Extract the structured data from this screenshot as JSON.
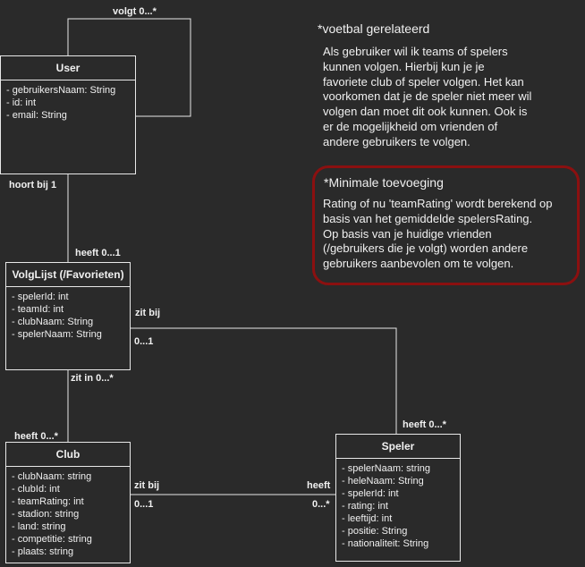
{
  "classes": {
    "user": {
      "name": "User",
      "attributes": [
        "- gebruikersNaam: String",
        "- id: int",
        "- email: String"
      ]
    },
    "volglijst": {
      "name": "VolgLijst (/Favorieten)",
      "attributes": [
        "- spelerId: int",
        "- teamId: int",
        "- clubNaam: String",
        "- spelerNaam: String"
      ]
    },
    "club": {
      "name": "Club",
      "attributes": [
        "- clubNaam: string",
        "- clubId: int",
        "- teamRating: int",
        "- stadion: string",
        "- land: string",
        "- competitie: string",
        "- plaats: string"
      ]
    },
    "speler": {
      "name": "Speler",
      "attributes": [
        "- spelerNaam: string",
        "- heleNaam: String",
        "- spelerId: int",
        "- rating: int",
        "- leeftijd: int",
        "- positie: String",
        "- nationaliteit: String"
      ]
    }
  },
  "relations": {
    "user_self": "volgt   0...*",
    "user_volglijst_top": "hoort bij  1",
    "user_volglijst_bottom": "heeft   0...1",
    "volglijst_speler_name": "zit bij",
    "volglijst_speler_mult": "0...1",
    "speler_volglijst_end": "heeft   0...*",
    "volglijst_club_top": "zit in   0...*",
    "volglijst_club_bottom": "heeft   0...*",
    "club_speler_name": "zit bij",
    "club_speler_mult": "0...1",
    "speler_club_name": "heeft",
    "speler_club_mult": "0...*"
  },
  "notes": {
    "voetbal": {
      "title": "*voetbal gerelateerd",
      "lines": [
        "Als gebruiker wil ik teams of spelers",
        "kunnen volgen. Hierbij kun je je",
        "favoriete club of speler volgen. Het kan",
        "voorkomen dat je de speler niet meer wil",
        "volgen dan moet dit ook kunnen. Ook is",
        "er de mogelijkheid om vrienden of",
        "andere gebruikers te volgen."
      ]
    },
    "minimaal": {
      "title": "*Minimale toevoeging",
      "lines": [
        "Rating of nu 'teamRating' wordt berekend op",
        "basis van het gemiddelde spelersRating.",
        "Op basis van je huidige vrienden",
        "(/gebruikers die je volgt) worden andere",
        "gebruikers aanbevolen om te volgen."
      ],
      "border_color": "#8b1010"
    }
  }
}
